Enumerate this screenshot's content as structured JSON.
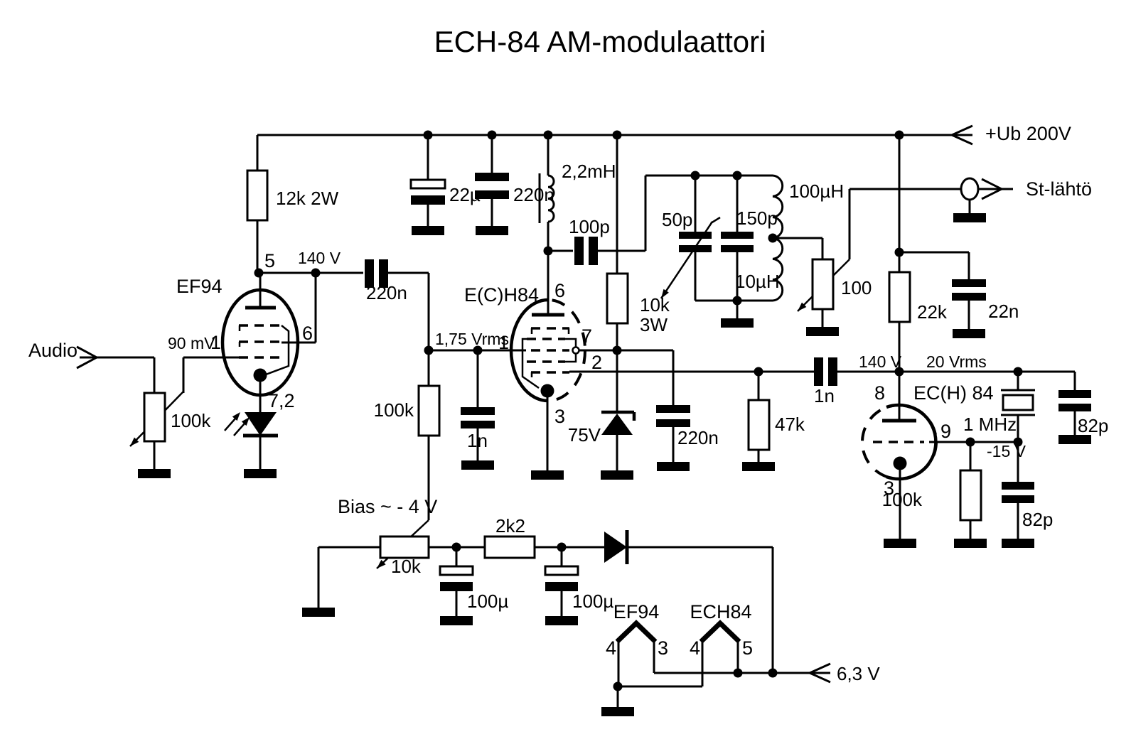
{
  "title": "ECH-84 AM-modulaattori",
  "io": {
    "audio_in": "Audio",
    "supply": "+Ub 200V",
    "output": "St-lähtö",
    "heater_supply": "6,3 V",
    "bias_note": "Bias ~ - 4 V"
  },
  "tubes": {
    "ef94": "EF94",
    "hexode": "E(C)H84",
    "triode": "EC(H) 84",
    "heater_ef94": "EF94",
    "heater_ech84": "ECH84"
  },
  "values": {
    "r12k": "12k 2W",
    "c22u": "22µ",
    "c220n_rail": "220n",
    "l22mh": "2,2mH",
    "c100p": "100p",
    "c50p": "50p",
    "c150p": "150p",
    "l100uh": "100µH",
    "l10uh": "10µH",
    "r10k": "10k",
    "r10k_w": "3W",
    "pot100": "100",
    "r22k": "22k",
    "c22n": "22n",
    "pot100k": "100k",
    "c220n_coup": "220n",
    "r100k_hex": "100k",
    "c1n_grid": "1n",
    "z75": "75V",
    "c220n_cath": "220n",
    "r47k": "47k",
    "c1n_coup": "1n",
    "xtal": "1 MHz",
    "r100k_tri": "100k",
    "c82p_a": "82p",
    "c82p_b": "82p",
    "pot10k": "10k",
    "r2k2": "2k2",
    "c100u_a": "100µ",
    "c100u_b": "100µ"
  },
  "measurements": {
    "mv90": "90 mV",
    "v140_a": "140 V",
    "vrms175": "1,75 Vrms",
    "v140_b": "140 V",
    "vrms20": "20 Vrms",
    "vm15": "-15 V"
  },
  "pins": {
    "ef94_grid": "1",
    "ef94_anode": "5",
    "ef94_screen": "6",
    "ef94_cathode": "7,2",
    "hex_grid": "1",
    "hex_anode": "6",
    "hex_screen": "7",
    "hex_osc": "2",
    "hex_cathode": "3",
    "tri_anode": "8",
    "tri_grid": "9",
    "tri_cathode": "3",
    "h_ef94_l": "4",
    "h_ef94_r": "3",
    "h_ech_l": "4",
    "h_ech_r": "5"
  }
}
